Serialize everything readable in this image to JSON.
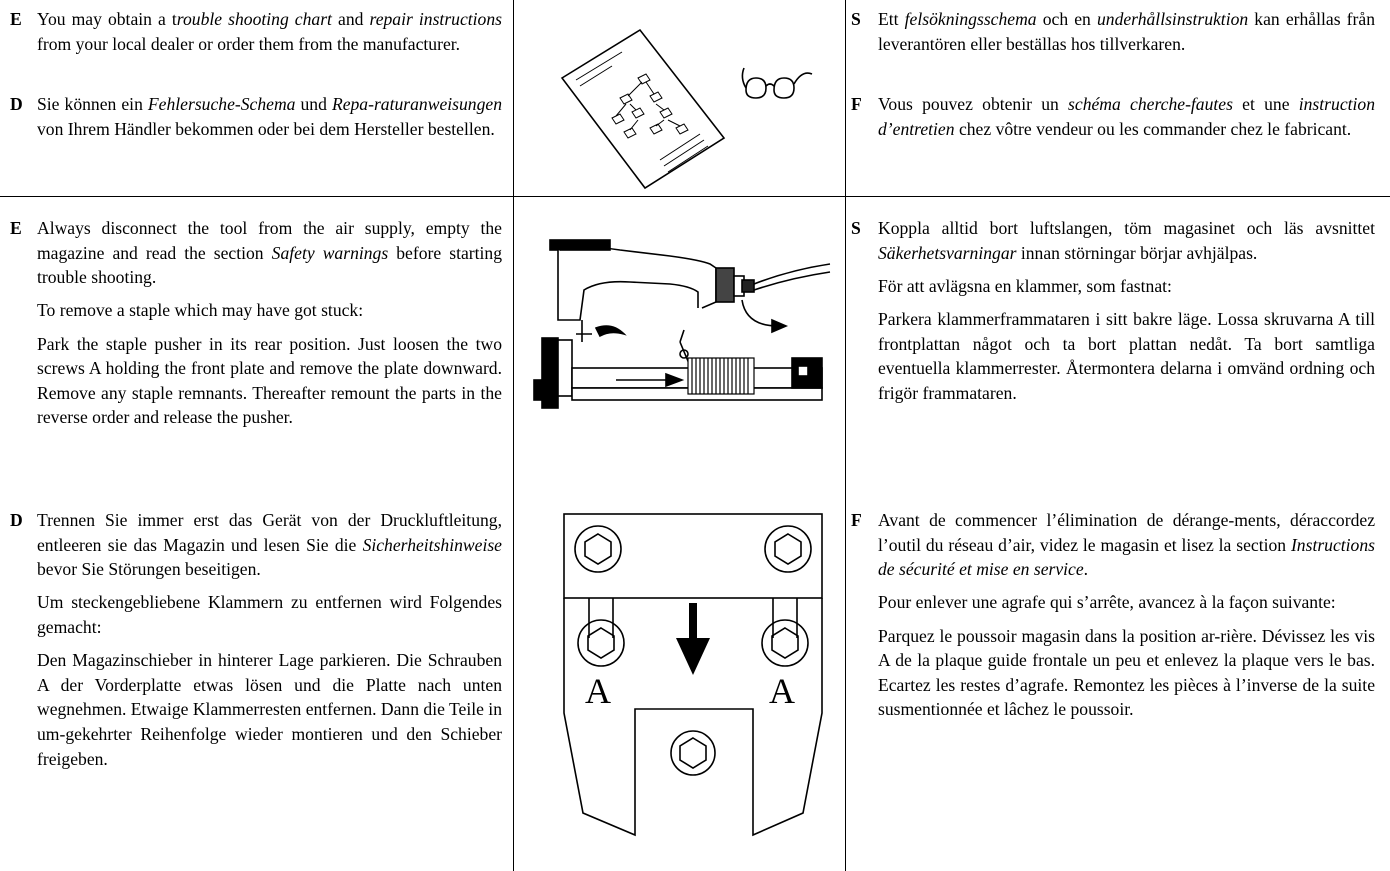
{
  "sections": [
    {
      "left": [
        {
          "lang": "E",
          "paragraphs": [
            [
              {
                "t": "You may obtain a t"
              },
              {
                "t": "rouble shooting chart",
                "i": true
              },
              {
                "t": " and "
              },
              {
                "t": "repair instructions",
                "i": true
              },
              {
                "t": " from your local dealer or order them from the manufacturer."
              }
            ]
          ]
        },
        {
          "lang": "D",
          "paragraphs": [
            [
              {
                "t": "Sie können ein "
              },
              {
                "t": "Fehlersuche-Schema",
                "i": true
              },
              {
                "t": " und "
              },
              {
                "t": "Repa-raturanweisungen",
                "i": true
              },
              {
                "t": " von Ihrem Händler bekommen oder bei dem Hersteller bestellen."
              }
            ]
          ]
        }
      ],
      "right": [
        {
          "lang": "S",
          "paragraphs": [
            [
              {
                "t": "Ett "
              },
              {
                "t": "felsökningsschema",
                "i": true
              },
              {
                "t": " och en "
              },
              {
                "t": "underhållsinstruktion",
                "i": true
              },
              {
                "t": " kan erhållas från leverantören eller beställas hos tillverkaren."
              }
            ]
          ]
        },
        {
          "lang": "F",
          "paragraphs": [
            [
              {
                "t": "Vous pouvez obtenir un "
              },
              {
                "t": "schéma cherche-fautes",
                "i": true
              },
              {
                "t": " et une "
              },
              {
                "t": "instruction d’entretien",
                "i": true
              },
              {
                "t": " chez vôtre vendeur ou les commander chez le fabricant."
              }
            ]
          ]
        }
      ]
    },
    {
      "left": [
        {
          "lang": "E",
          "paragraphs": [
            [
              {
                "t": "Always disconnect the tool from the air supply, empty the magazine and read the section "
              },
              {
                "t": "Safety warnings",
                "i": true
              },
              {
                "t": " before starting trouble shooting."
              }
            ],
            [
              {
                "t": "To remove a staple which may have got stuck:"
              }
            ],
            [
              {
                "t": "Park the staple pusher in its rear position. Just loosen the two screws A holding the front plate and remove the plate downward. Remove any staple remnants. Thereafter remount the parts in the reverse order and release the pusher."
              }
            ]
          ]
        },
        {
          "lang": "D",
          "paragraphs": [
            [
              {
                "t": "Trennen Sie immer erst das Gerät von der Druckluftleitung, entleeren sie das Magazin und lesen Sie die "
              },
              {
                "t": "Sicherheitshinweise",
                "i": true
              },
              {
                "t": " bevor Sie Störungen beseitigen."
              }
            ],
            [
              {
                "t": "Um steckengebliebene Klammern zu entfernen wird Folgendes gemacht:"
              }
            ],
            [
              {
                "t": "Den Magazinschieber in hinterer Lage parkieren. Die Schrauben A der Vorderplatte etwas lösen und die Platte nach unten wegnehmen. Etwaige Klammerresten entfernen. Dann die Teile in um-gekehrter Reihenfolge wieder montieren und den Schieber freigeben."
              }
            ]
          ]
        }
      ],
      "right": [
        {
          "lang": "S",
          "paragraphs": [
            [
              {
                "t": "Koppla alltid bort luftslangen, töm magasinet och läs avsnittet "
              },
              {
                "t": "Säkerhetsvarningar",
                "i": true
              },
              {
                "t": " innan störningar börjar avhjälpas."
              }
            ],
            [
              {
                "t": "För att avlägsna en klammer, som fastnat:"
              }
            ],
            [
              {
                "t": "Parkera klammerframmataren i sitt bakre läge. Lossa skruvarna A till frontplattan något och ta bort plattan nedåt. Ta bort samtliga eventuella klammerrester. Återmontera delarna i omvänd ordning och frigör frammataren."
              }
            ]
          ]
        },
        {
          "lang": "F",
          "paragraphs": [
            [
              {
                "t": "Avant de commencer l’élimination de dérange-ments, déraccordez l’outil du réseau d’air, videz le magasin et lisez la section "
              },
              {
                "t": "Instructions de sécurité et mise en service",
                "i": true
              },
              {
                "t": "."
              }
            ],
            [
              {
                "t": "Pour enlever une agrafe qui s’arrête, avancez à la façon suivante:"
              }
            ],
            [
              {
                "t": "Parquez le poussoir magasin dans la position ar-rière. Dévissez les vis A de la plaque guide frontale un peu et enlevez la plaque vers le bas. Ecartez les restes d’agrafe. Remontez les pièces à l’inverse de la suite susmentionnée et lâchez le poussoir."
              }
            ]
          ]
        }
      ]
    }
  ],
  "figures": {
    "plate": {
      "screw_label_left": "A",
      "screw_label_right": "A"
    }
  }
}
